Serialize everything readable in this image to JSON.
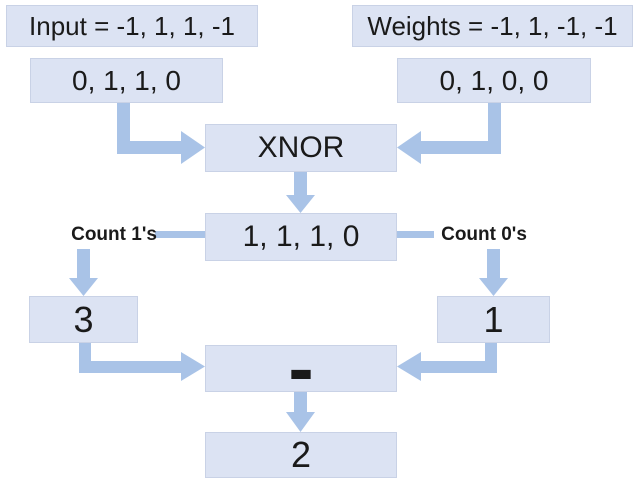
{
  "colors": {
    "box_fill": "#dce3f3",
    "box_border": "#c9d2e6",
    "arrow": "#a9c3e7",
    "text": "#1a1a1a"
  },
  "diagram": {
    "title_row": {
      "input": "Input = -1, 1, 1, -1",
      "weights": "Weights = -1, 1, -1, -1"
    },
    "nodes": {
      "input_binary": "0, 1, 1, 0",
      "weights_binary": "0, 1, 0, 0",
      "operation": "XNOR",
      "xnor_result": "1, 1, 1, 0",
      "count_ones_value": "3",
      "count_zeros_value": "1",
      "subtract_operator": "-",
      "final_result": "2"
    },
    "annotations": {
      "count_ones": "Count 1's",
      "count_zeros": "Count 0's"
    }
  }
}
